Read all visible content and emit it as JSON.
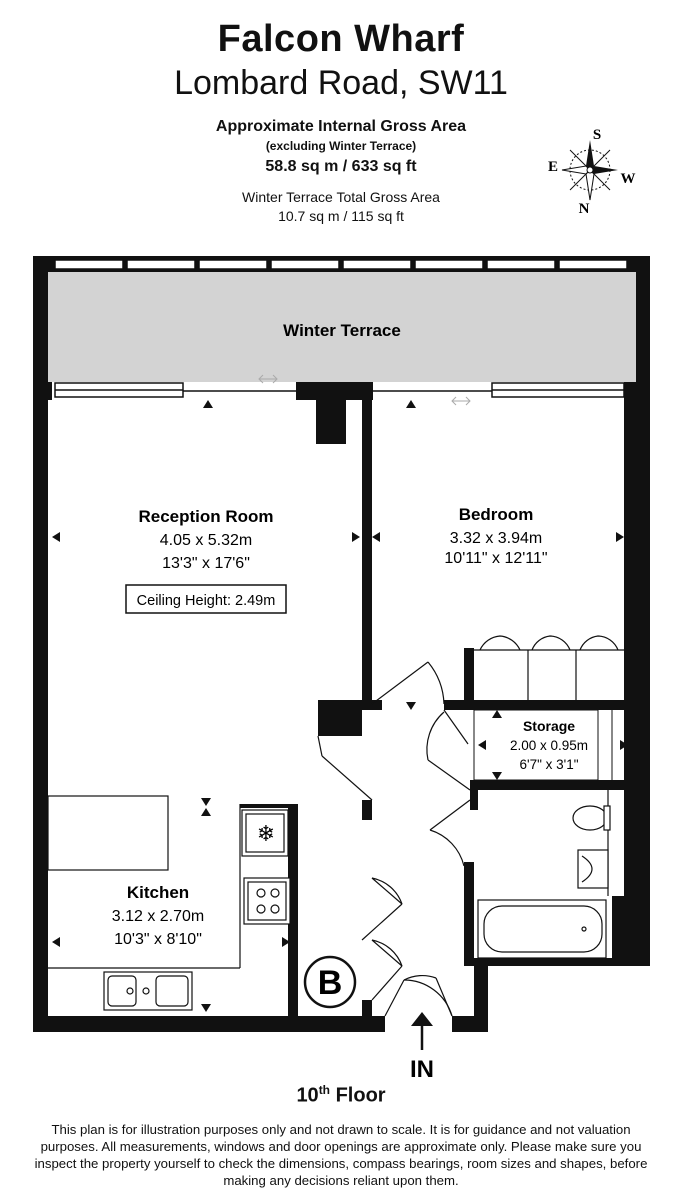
{
  "header": {
    "title": "Falcon Wharf",
    "subtitle": "Lombard Road, SW11"
  },
  "area": {
    "title": "Approximate Internal Gross Area",
    "note": "(excluding Winter Terrace)",
    "value": "58.8 sq m / 633 sq ft",
    "winter_terrace_title": "Winter Terrace Total Gross Area",
    "winter_terrace_value": "10.7 sq m / 115 sq ft"
  },
  "compass": {
    "north": "N",
    "south": "S",
    "east": "E",
    "west": "W"
  },
  "rooms": {
    "winter_terrace": {
      "name": "Winter Terrace"
    },
    "reception": {
      "name": "Reception Room",
      "metric": "4.05 x 5.32m",
      "imperial": "13'3\" x 17'6\"",
      "ceiling": "Ceiling Height: 2.49m"
    },
    "bedroom": {
      "name": "Bedroom",
      "metric": "3.32 x 3.94m",
      "imperial": "10'11\" x 12'11\""
    },
    "storage": {
      "name": "Storage",
      "metric": "2.00 x 0.95m",
      "imperial": "6'7\" x 3'1\""
    },
    "kitchen": {
      "name": "Kitchen",
      "metric": "3.12 x 2.70m",
      "imperial": "10'3\" x 8'10\""
    },
    "boiler": {
      "label": "B"
    }
  },
  "entrance": {
    "label": "IN"
  },
  "floor": {
    "label": "10",
    "suffix": "th",
    "word": " Floor"
  },
  "disclaimer": "This plan is for illustration purposes only and not drawn to scale. It is for guidance and not valuation purposes. All measurements, windows and door openings are approximate only. Please make sure you inspect the property yourself to check the dimensions, compass bearings, room sizes and shapes, before making any decisions reliant upon them.",
  "colors": {
    "wall": "#111111",
    "terrace_fill": "#d3d3d3",
    "background": "#ffffff"
  }
}
